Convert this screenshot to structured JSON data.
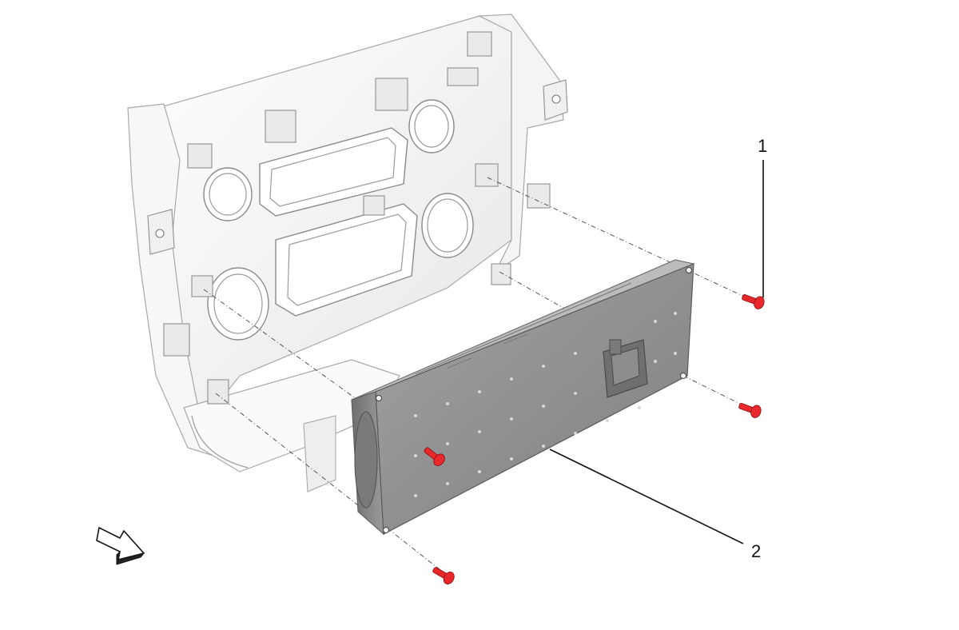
{
  "callouts": [
    {
      "id": "1",
      "label": "1"
    },
    {
      "id": "2",
      "label": "2"
    }
  ],
  "colors": {
    "fastener": "#e8282b",
    "module_body": "#8e8e8e",
    "bracket": "#f2f2f2",
    "outline": "#9a9a9a"
  },
  "icons": {
    "orientation_arrow": "forward-arrow-icon"
  }
}
